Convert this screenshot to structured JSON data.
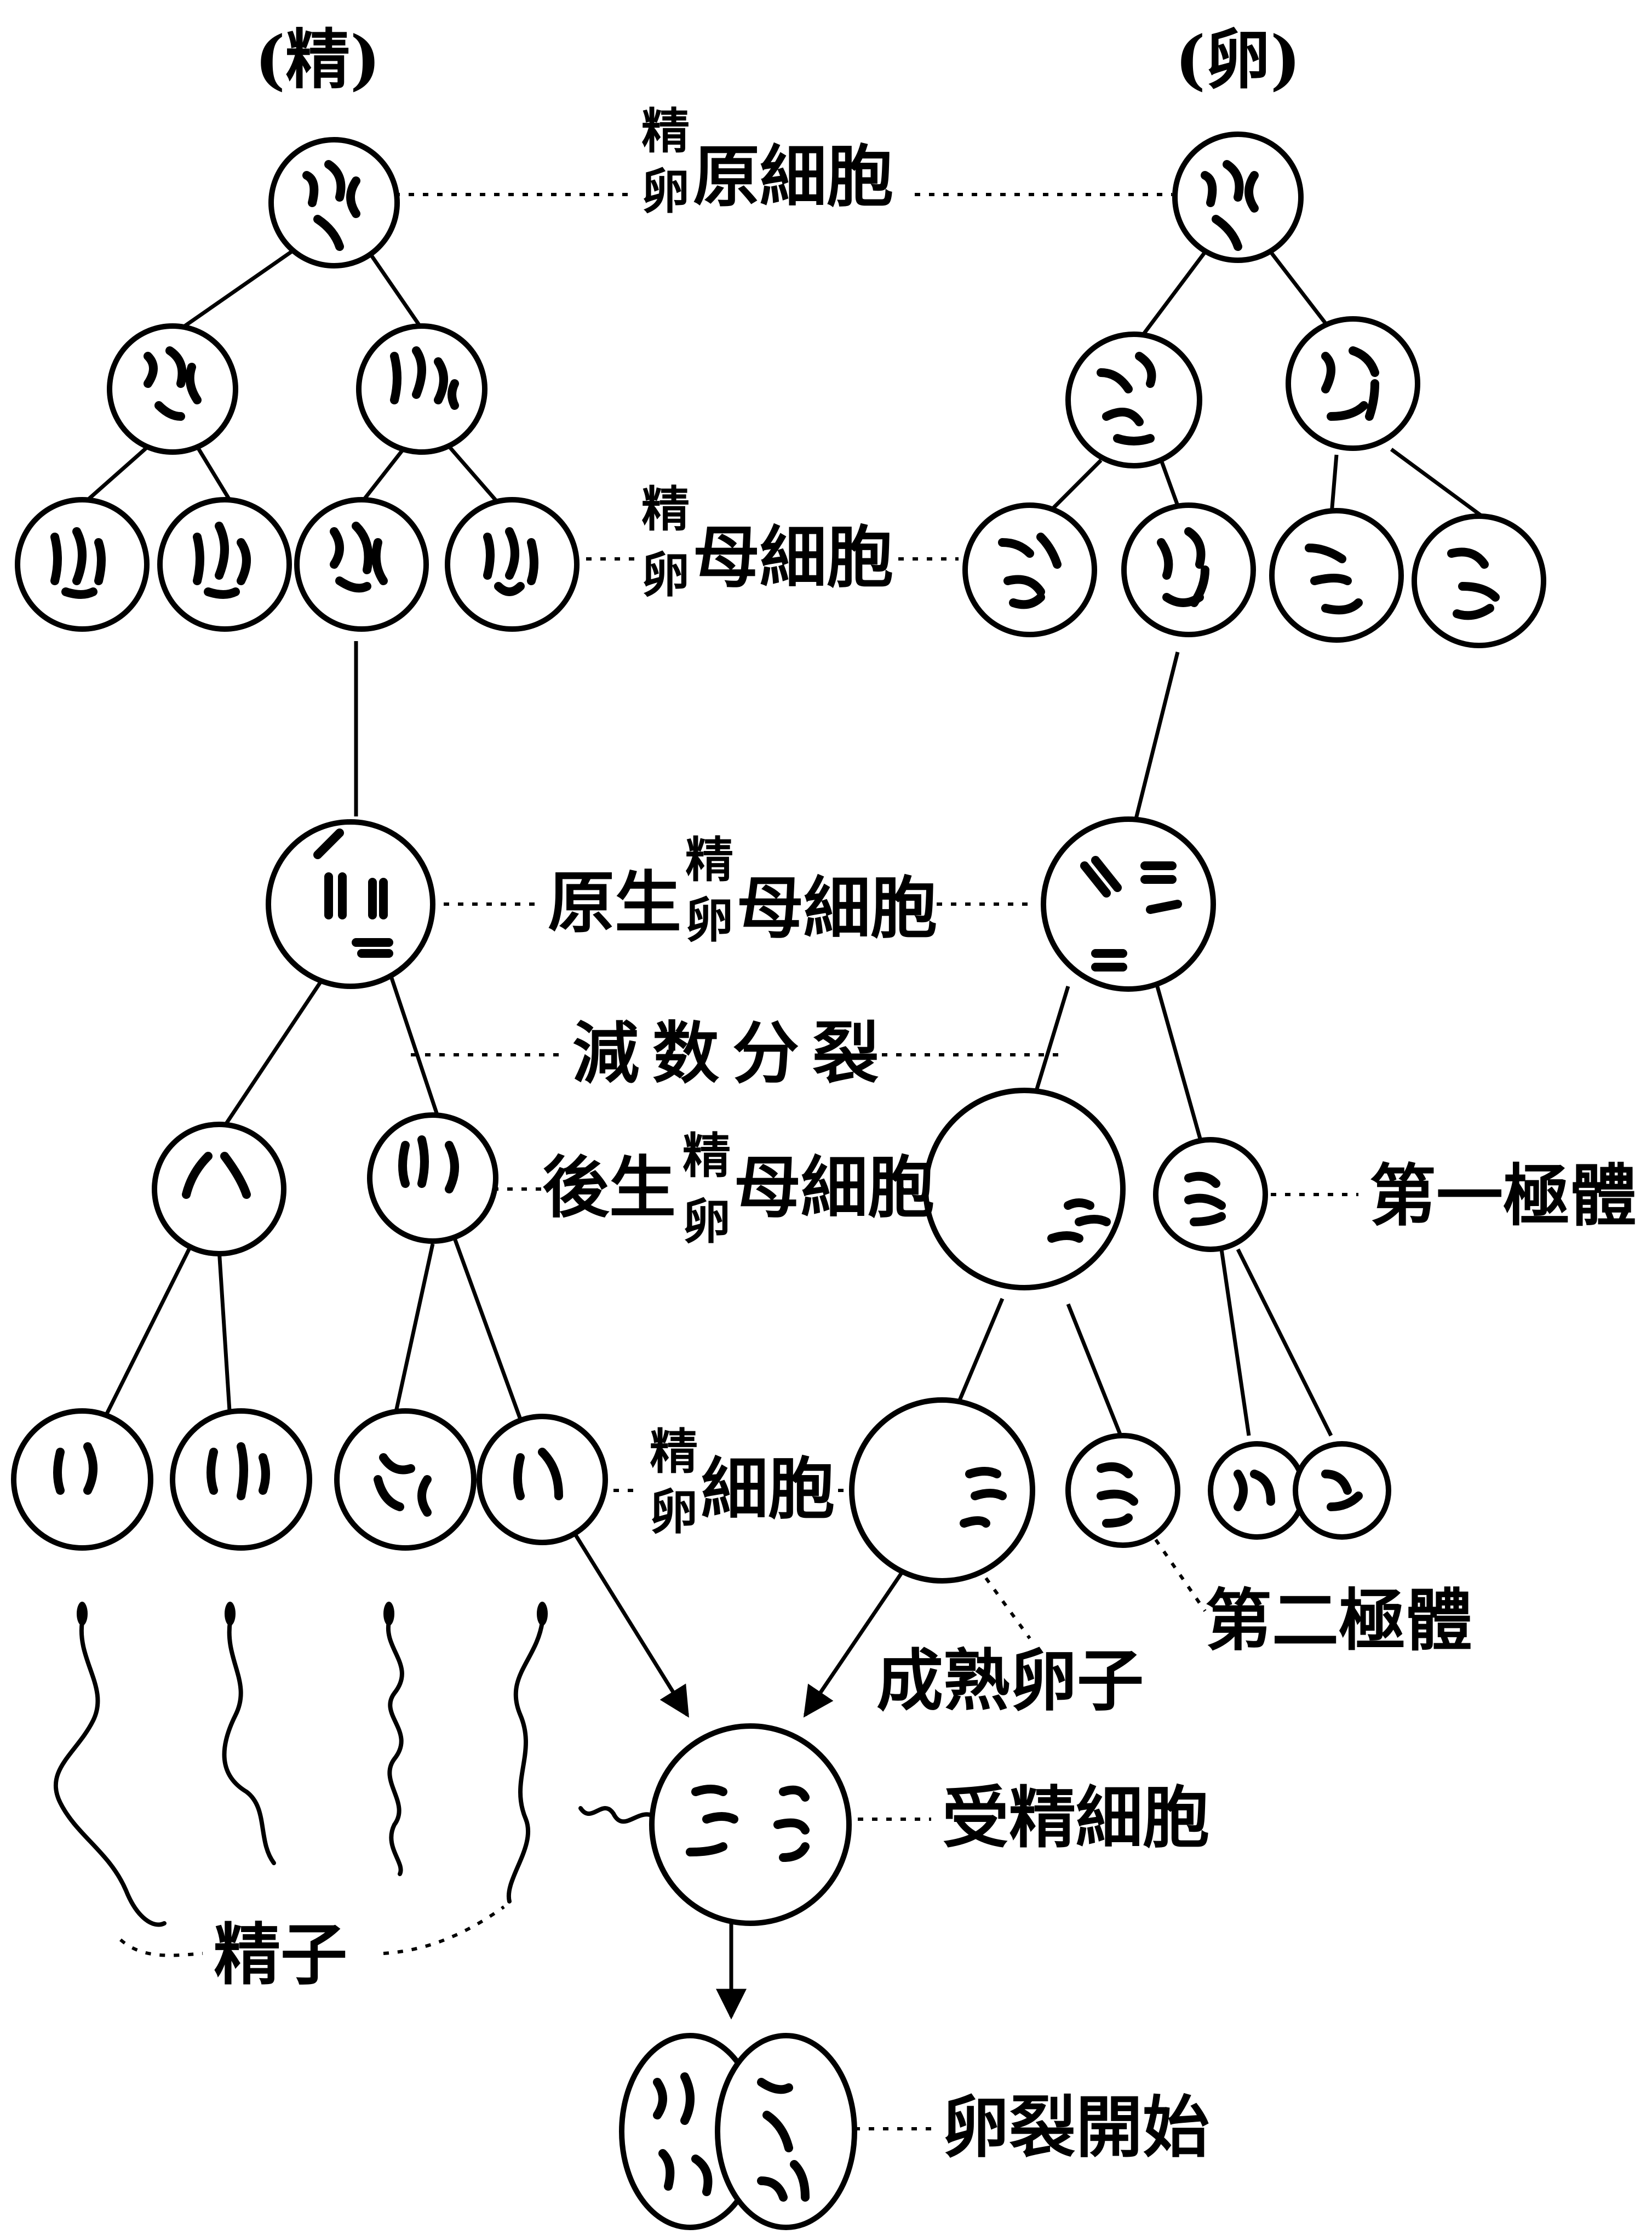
{
  "headers": {
    "sperm_side": "(精)",
    "egg_side": "(卵)"
  },
  "labels": {
    "primordial": {
      "upper": "精",
      "lower": "卵",
      "main": "原細胞"
    },
    "mother": {
      "upper": "精",
      "lower": "卵",
      "main": "母細胞"
    },
    "primary": {
      "prefix": "原生",
      "upper": "精",
      "lower": "卵",
      "main": "母細胞"
    },
    "meiosis": "減数分裂",
    "secondary": {
      "prefix": "後生",
      "upper": "精",
      "lower": "卵",
      "main": "母細胞"
    },
    "first_polar_body": "第一極體",
    "tid": {
      "upper": "精",
      "lower": "卵",
      "main": "細胞"
    },
    "second_polar_body": "第二極體",
    "mature_egg": "成熟卵子",
    "sperm": "精子",
    "fertilized": "受精細胞",
    "cleavage": "卵裂開始"
  }
}
